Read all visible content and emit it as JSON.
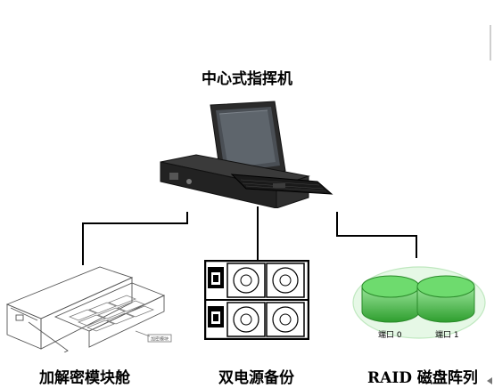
{
  "title": "中心式指挥机",
  "nodes": {
    "left": {
      "label": "加解密模块舱",
      "tag": "加密模块"
    },
    "middle": {
      "label": "双电源备份"
    },
    "right": {
      "label": "RAID 磁盘阵列",
      "port0": "端口 0",
      "port1": "端口 1"
    }
  },
  "colors": {
    "line": "#000000",
    "disk_green": "#5cd25c",
    "disk_green_dark": "#2e9e2e",
    "halo": "#c8f0c8"
  }
}
